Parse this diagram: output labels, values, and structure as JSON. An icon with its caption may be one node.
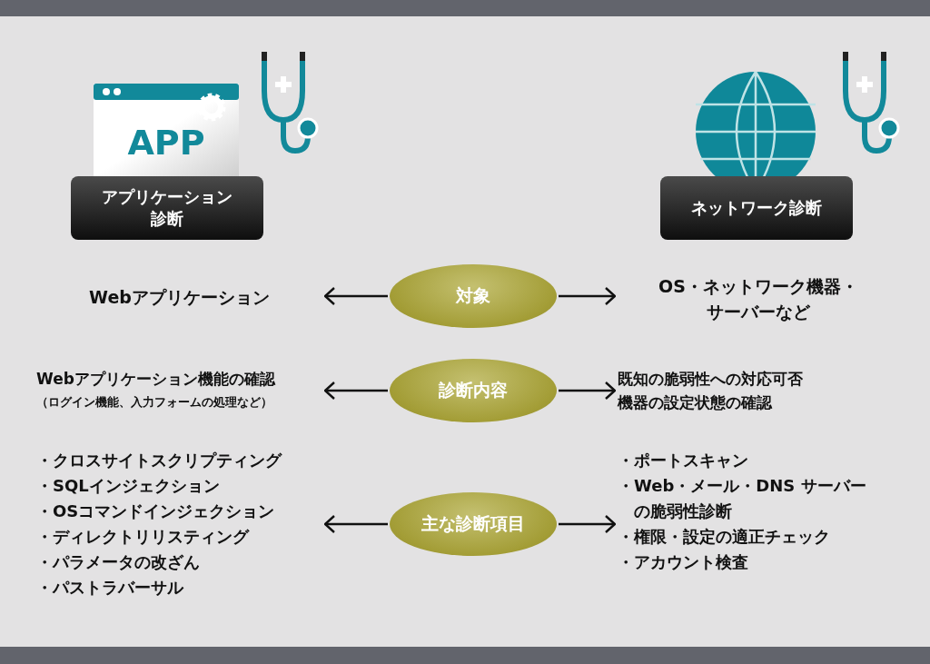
{
  "diagram": {
    "nodes": [
      {
        "text": [
          "アプリケーション診断"
        ]
      },
      {
        "text": [
          "ネットワーク診断"
        ]
      },
      {
        "text": [
          "対象"
        ]
      },
      {
        "text": [
          "Webアプリケーション"
        ]
      },
      {
        "text": [
          "OS・ネットワーク機器・サーバーなど"
        ]
      },
      {
        "text": [
          "診断内容"
        ]
      },
      {
        "text": [
          "Webアプリケーション機能の確認",
          "（ログイン機能、入力フォームの処理など）"
        ]
      },
      {
        "text": [
          "既知の脆弱性への対応可否",
          "機器の設定状態の確認"
        ]
      },
      {
        "text": [
          "主な診断項目"
        ]
      },
      {
        "text": [
          "・クロスサイトスクリプティング",
          "・SQLインジェクション",
          "・OSコマンドインジェクション",
          "・ディレクトリリスティング",
          "・パラメータの改ざん",
          "・パストラバーサル"
        ]
      },
      {
        "text": [
          "・ポートスキャン",
          "・Web・メール・DNS サーバーの脆弱性診断",
          "・権限・設定の適正チェック",
          "・アカウント検査"
        ]
      }
    ],
    "edges": [
      {
        "from": 2,
        "to": 3,
        "arrow": "to"
      },
      {
        "from": 2,
        "to": 4,
        "arrow": "to"
      },
      {
        "from": 5,
        "to": 6,
        "arrow": "to"
      },
      {
        "from": 5,
        "to": 7,
        "arrow": "to"
      },
      {
        "from": 8,
        "to": 9,
        "arrow": "to"
      },
      {
        "from": 8,
        "to": 10,
        "arrow": "to"
      }
    ],
    "labels": [
      "APP"
    ]
  }
}
